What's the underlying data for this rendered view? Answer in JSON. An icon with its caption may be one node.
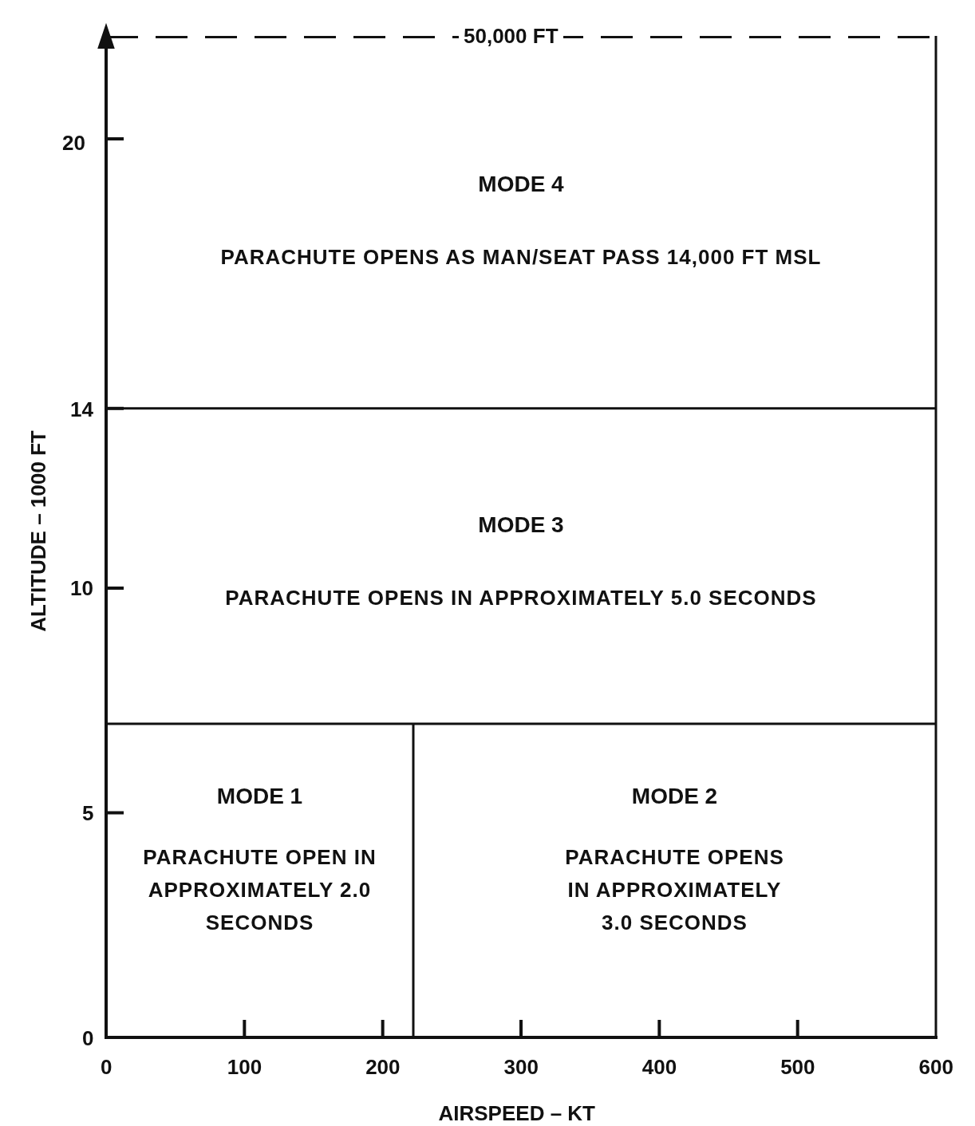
{
  "diagram": {
    "nodes": [
      {
        "text": [
          "MODE 4",
          "PARACHUTE OPENS AS MAN/SEAT PASS 14,000 FT MSL"
        ]
      },
      {
        "text": [
          "MODE 3",
          "PARACHUTE OPENS IN APPROXIMATELY 5.0 SECONDS"
        ]
      },
      {
        "text": [
          "MODE 1",
          "PARACHUTE OPEN IN APPROXIMATELY 2.0 SECONDS"
        ]
      },
      {
        "text": [
          "MODE 2",
          "PARACHUTE OPENS IN APPROXIMATELY 3.0 SECONDS"
        ]
      }
    ],
    "edges": [],
    "labels": [
      "50,000 FT",
      "20",
      "14",
      "10",
      "5",
      "0",
      "ALTITUDE – 1000 FT",
      "0",
      "100",
      "200",
      "300",
      "400",
      "500",
      "600",
      "AIRSPEED – KT"
    ]
  }
}
